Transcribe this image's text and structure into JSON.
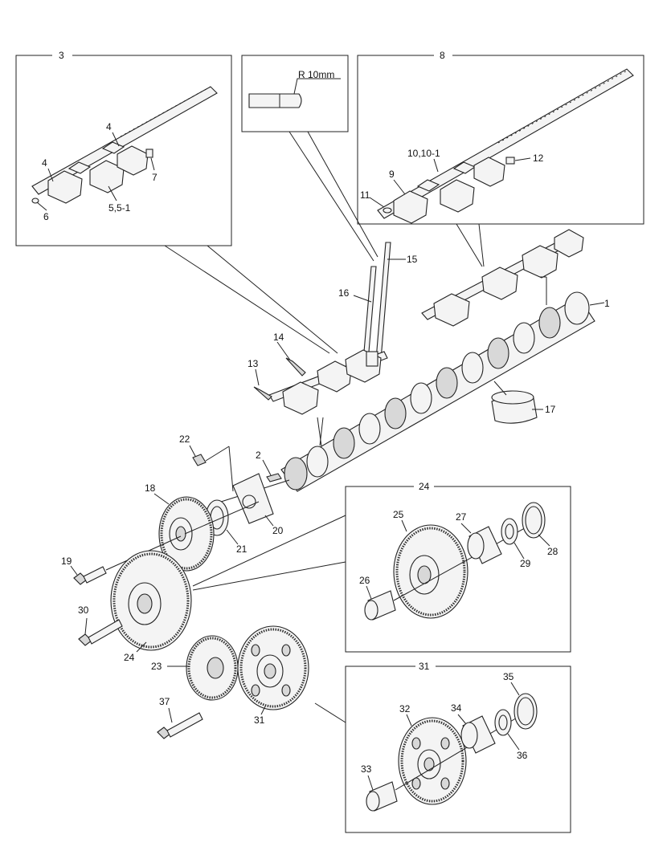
{
  "diagram": {
    "inset_dimension": "R 10mm",
    "callouts": {
      "c1": "1",
      "c2": "2",
      "c3": "3",
      "c4a": "4",
      "c4b": "4",
      "c5": "5,5-1",
      "c6": "6",
      "c7": "7",
      "c8": "8",
      "c9": "9",
      "c10": "10,10-1",
      "c11": "11",
      "c12": "12",
      "c13": "13",
      "c14": "14",
      "c15": "15",
      "c16": "16",
      "c17": "17",
      "c18": "18",
      "c19": "19",
      "c20": "20",
      "c21": "21",
      "c22": "22",
      "c23": "23",
      "c24a": "24",
      "c24b": "24",
      "c25": "25",
      "c26": "26",
      "c27": "27",
      "c28": "28",
      "c29": "29",
      "c30": "30",
      "c31a": "31",
      "c31b": "31",
      "c32": "32",
      "c33": "33",
      "c34": "34",
      "c35": "35",
      "c36": "36",
      "c37": "37"
    }
  }
}
